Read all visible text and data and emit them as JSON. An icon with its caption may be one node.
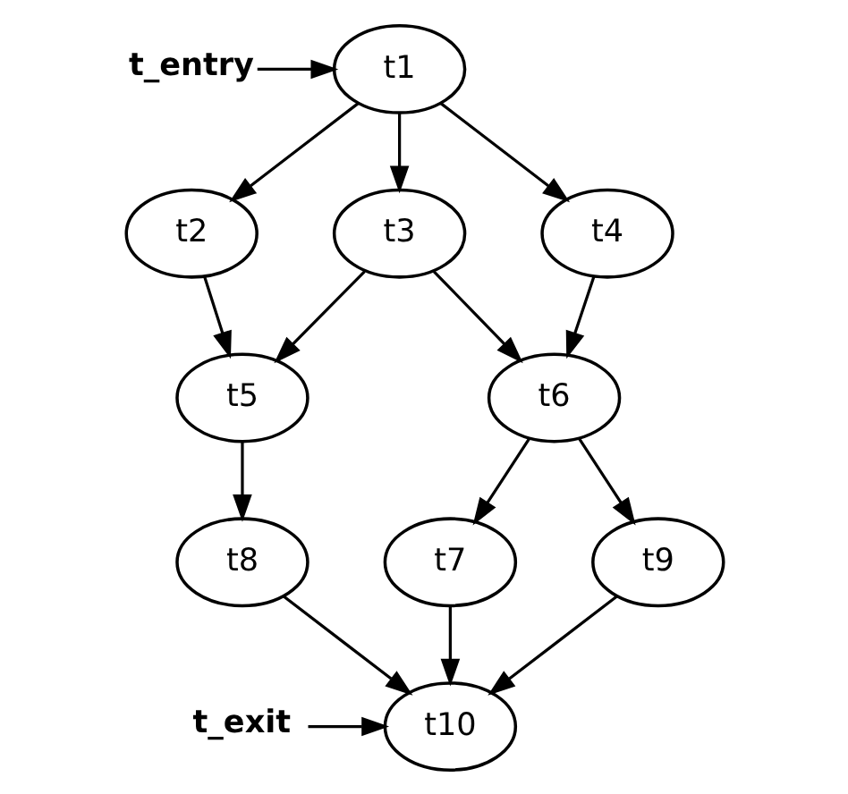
{
  "diagram": {
    "nodes": [
      {
        "text": [
          "t_entry"
        ]
      },
      {
        "text": [
          "t1"
        ]
      },
      {
        "text": [
          "t2"
        ]
      },
      {
        "text": [
          "t3"
        ]
      },
      {
        "text": [
          "t4"
        ]
      },
      {
        "text": [
          "t5"
        ]
      },
      {
        "text": [
          "t6"
        ]
      },
      {
        "text": [
          "t7"
        ]
      },
      {
        "text": [
          "t8"
        ]
      },
      {
        "text": [
          "t9"
        ]
      },
      {
        "text": [
          "t_exit"
        ]
      },
      {
        "text": [
          "t10"
        ]
      }
    ],
    "edges": [
      {
        "from": 0,
        "to": 1,
        "arrow": "to"
      },
      {
        "from": 1,
        "to": 2,
        "arrow": "to"
      },
      {
        "from": 1,
        "to": 3,
        "arrow": "to"
      },
      {
        "from": 1,
        "to": 4,
        "arrow": "to"
      },
      {
        "from": 2,
        "to": 5,
        "arrow": "to"
      },
      {
        "from": 3,
        "to": 5,
        "arrow": "to"
      },
      {
        "from": 3,
        "to": 6,
        "arrow": "to"
      },
      {
        "from": 4,
        "to": 6,
        "arrow": "to"
      },
      {
        "from": 5,
        "to": 8,
        "arrow": "to"
      },
      {
        "from": 6,
        "to": 7,
        "arrow": "to"
      },
      {
        "from": 6,
        "to": 9,
        "arrow": "to"
      },
      {
        "from": 8,
        "to": 11,
        "arrow": "to"
      },
      {
        "from": 7,
        "to": 11,
        "arrow": "to"
      },
      {
        "from": 9,
        "to": 11,
        "arrow": "to"
      },
      {
        "from": 10,
        "to": 11,
        "arrow": "to"
      }
    ]
  }
}
